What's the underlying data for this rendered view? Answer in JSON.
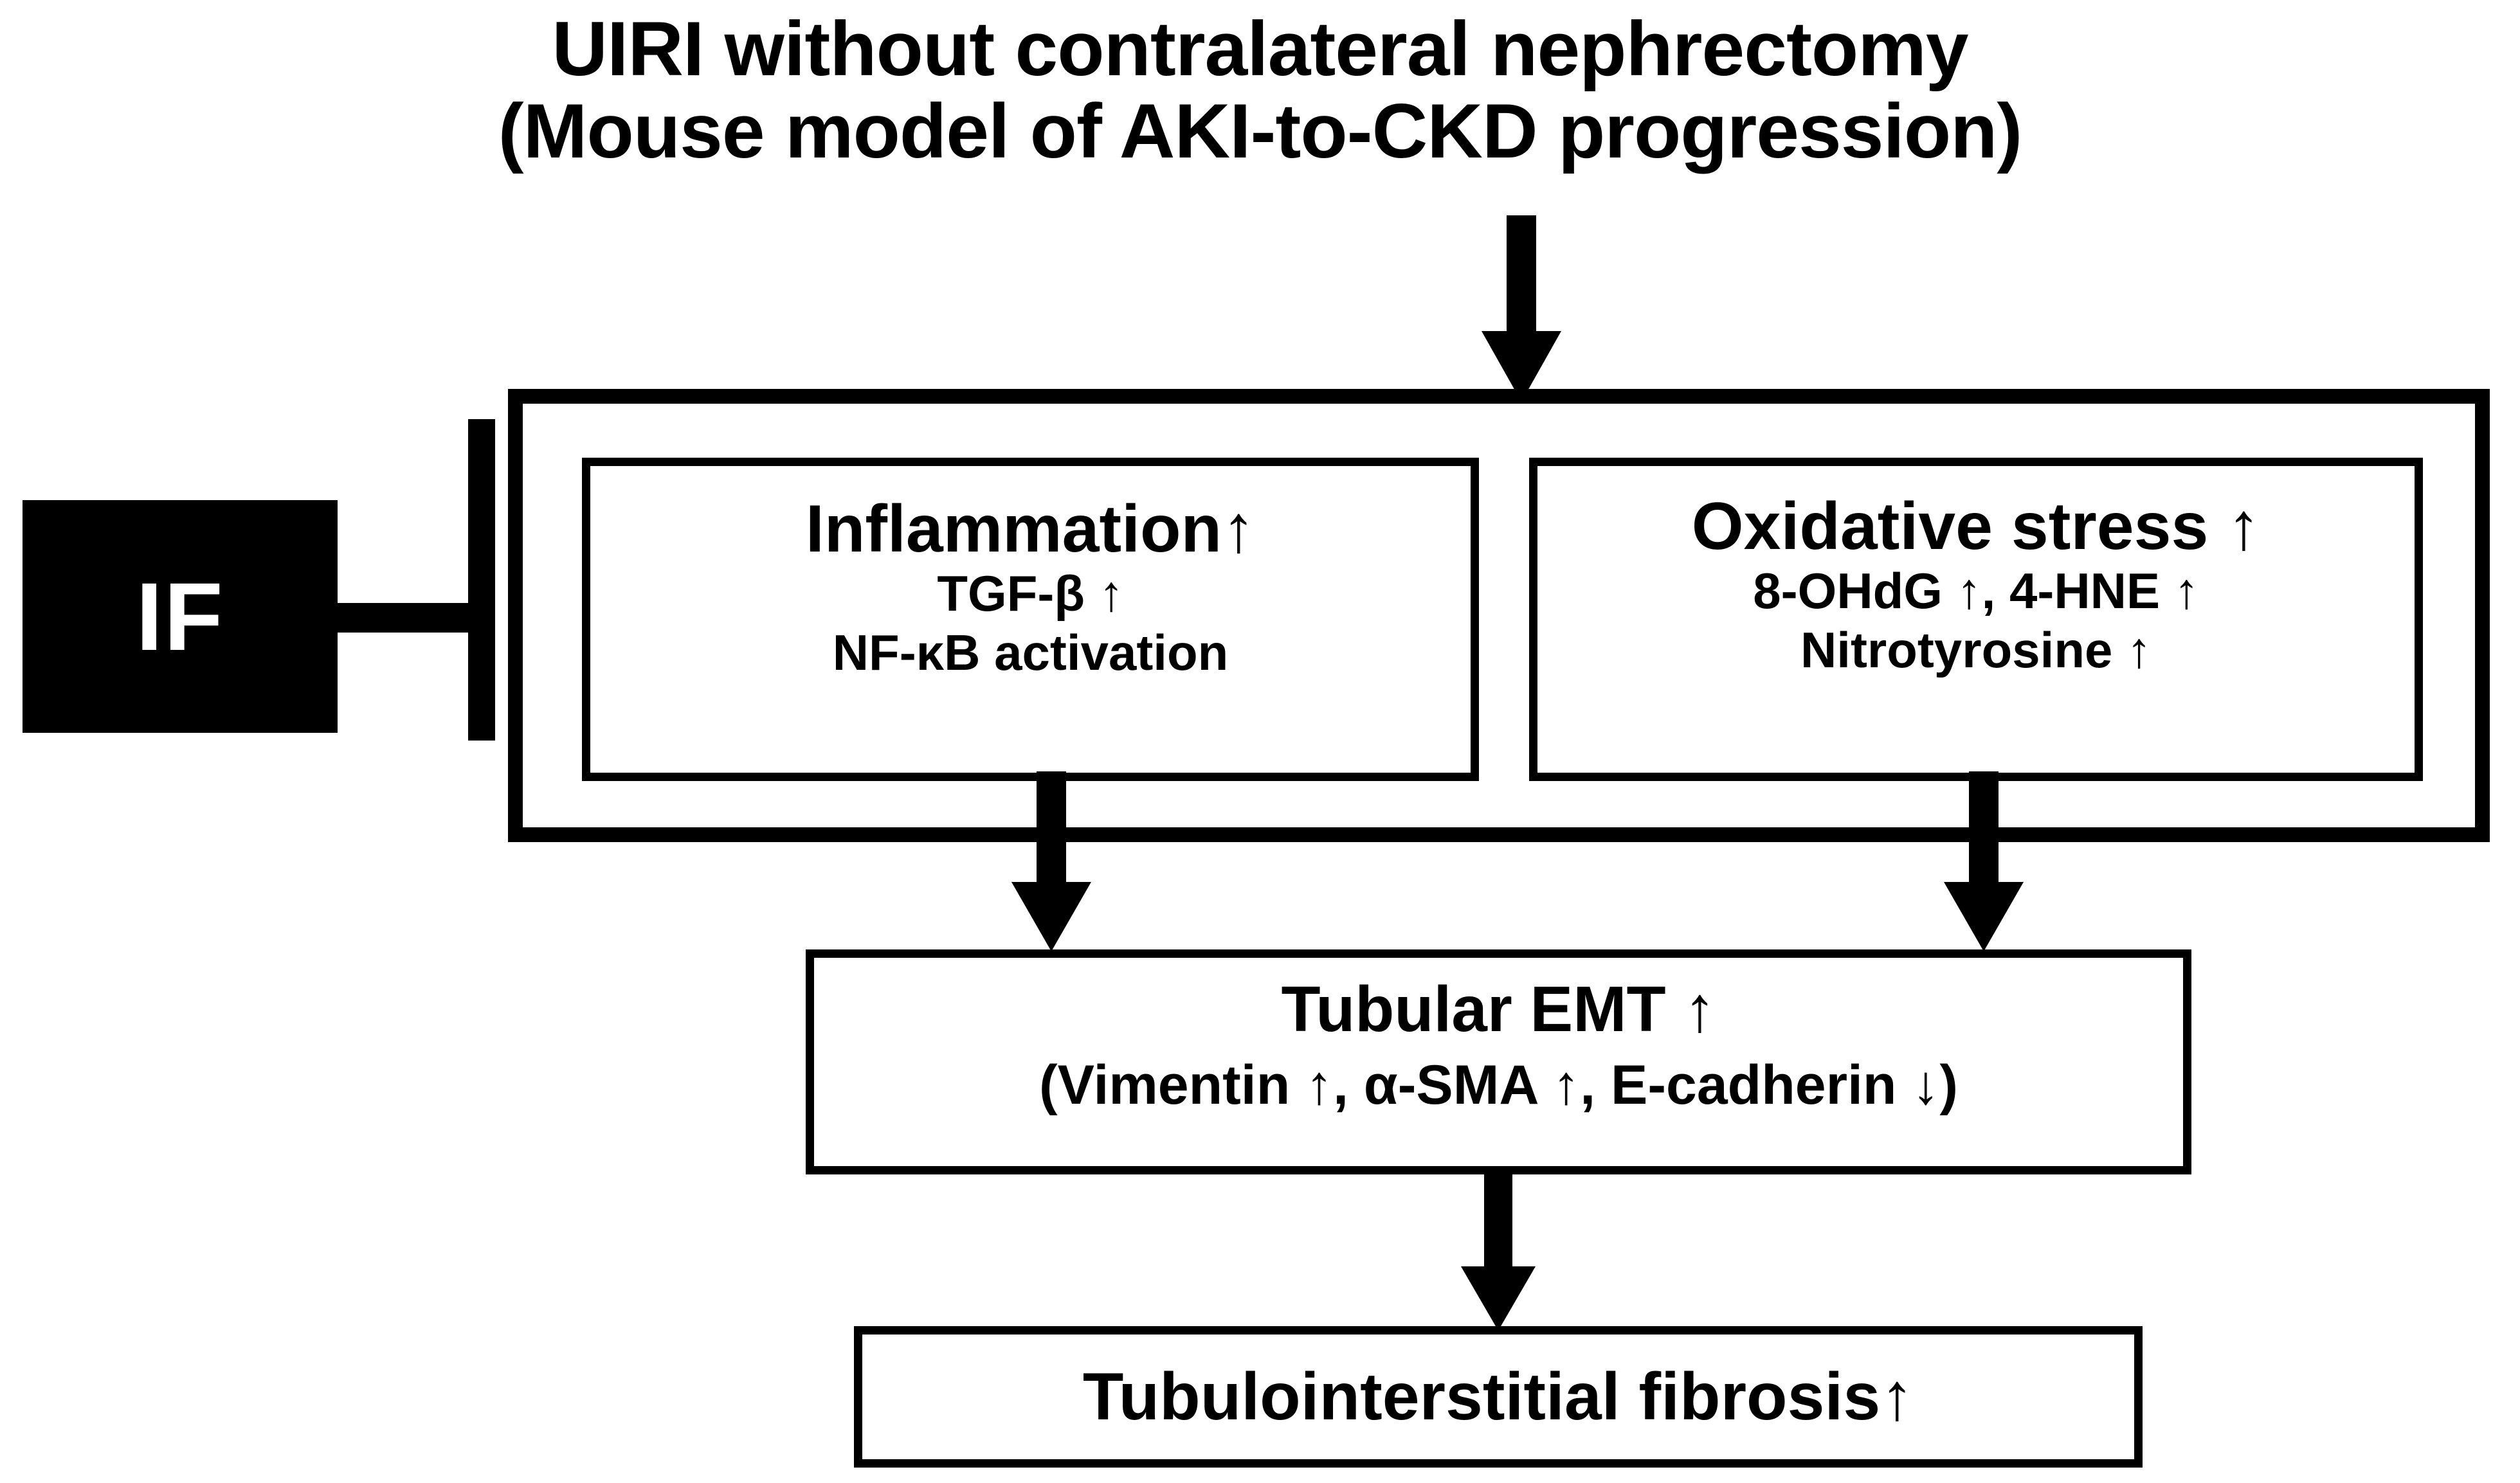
{
  "title": {
    "line1": "UIRI without contralateral nephrectomy",
    "line2": "(Mouse model of AKI-to-CKD progression)"
  },
  "inhibitor": {
    "label": "IF",
    "relation": "inhibits"
  },
  "boxes": {
    "inflammation": {
      "header": "Inflammation↑",
      "sub1": "TGF-β ↑",
      "sub2": "NF-κB  activation"
    },
    "oxidative": {
      "header": "Oxidative stress ↑",
      "sub1": "8-OHdG ↑, 4-HNE ↑",
      "sub2": "Nitrotyrosine ↑"
    },
    "emt": {
      "header": "Tubular EMT ↑",
      "sub1": "(Vimentin ↑, α-SMA ↑,  E-cadherin ↓)"
    },
    "fibrosis": {
      "header": "Tubulointerstitial  fibrosis↑"
    }
  },
  "arrows": {
    "top": "down-arrow",
    "inflammation_to_emt": "down-arrow",
    "oxidative_to_emt": "down-arrow",
    "emt_to_fibrosis": "down-arrow"
  },
  "colors": {
    "ink": "#000000",
    "background": "#ffffff"
  }
}
